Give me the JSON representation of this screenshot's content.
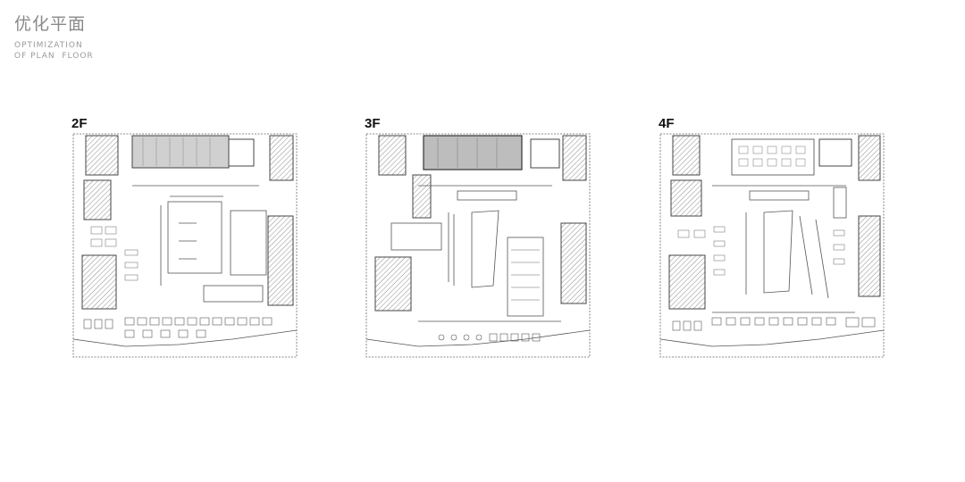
{
  "header": {
    "title_cn": "优化平面",
    "title_en_line1": "OPTIMIZATION",
    "title_en_line2": "OF PLAN  FLOOR"
  },
  "plans": [
    {
      "label": "2F"
    },
    {
      "label": "3F"
    },
    {
      "label": "4F"
    }
  ],
  "colors": {
    "line": "#555555",
    "hatch": "#9c9c9c",
    "fill_dark": "#bdbdbd"
  }
}
